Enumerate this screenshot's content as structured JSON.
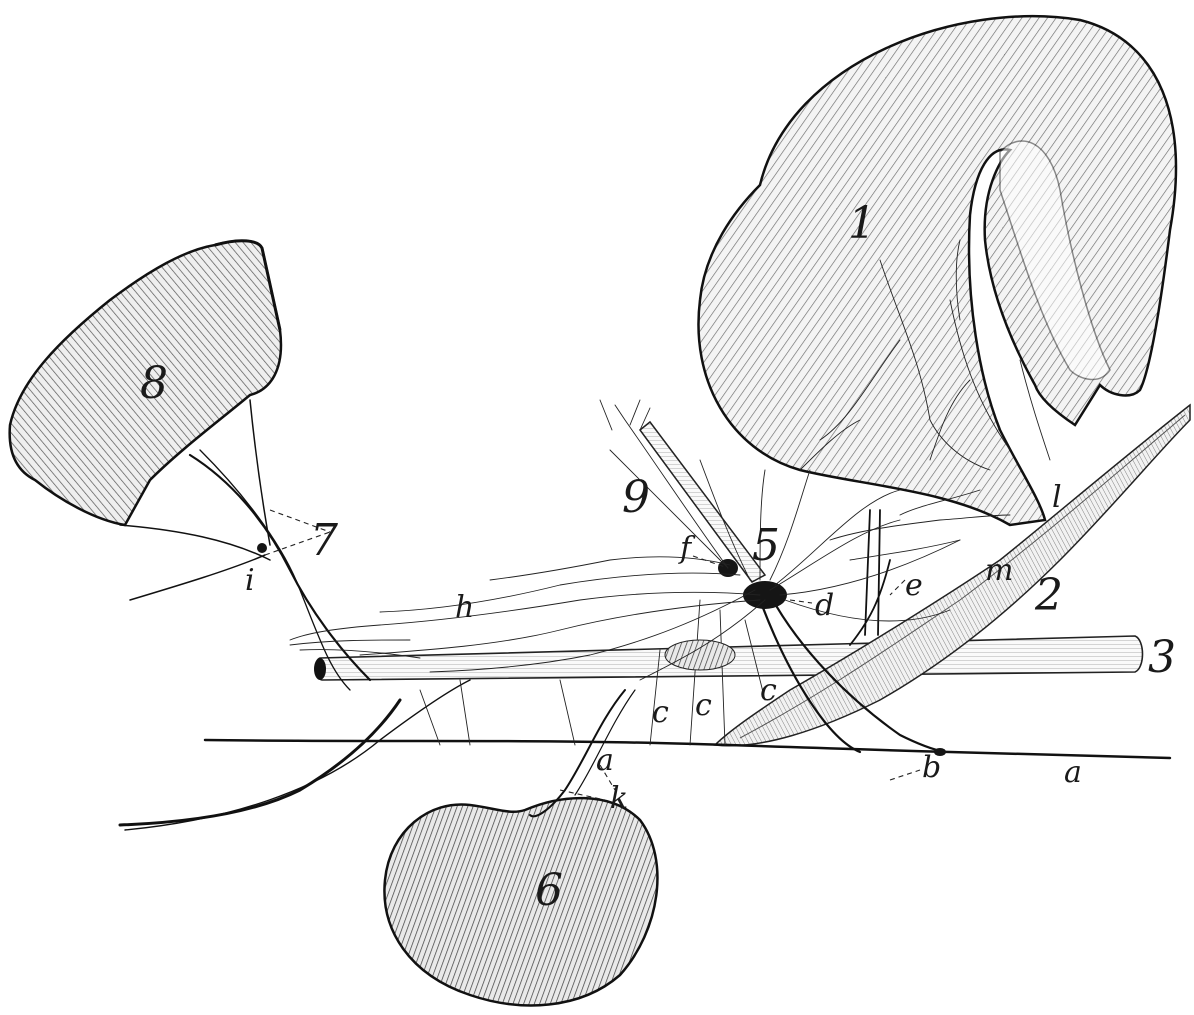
{
  "labels": {
    "n1": "1",
    "n2": "2",
    "n3": "3",
    "n5": "5",
    "n6": "6",
    "n7": "7",
    "n8": "8",
    "n9": "9",
    "a1": "a",
    "a2": "a",
    "b": "b",
    "c1": "c",
    "c2": "c",
    "c3": "c",
    "d": "d",
    "e": "e",
    "f": "f",
    "h": "h",
    "i": "i",
    "k": "k",
    "l": "l",
    "m": "m"
  },
  "colors": {
    "ink": "#111111",
    "shade": "#8a8a8a",
    "paper": "#ffffff"
  }
}
